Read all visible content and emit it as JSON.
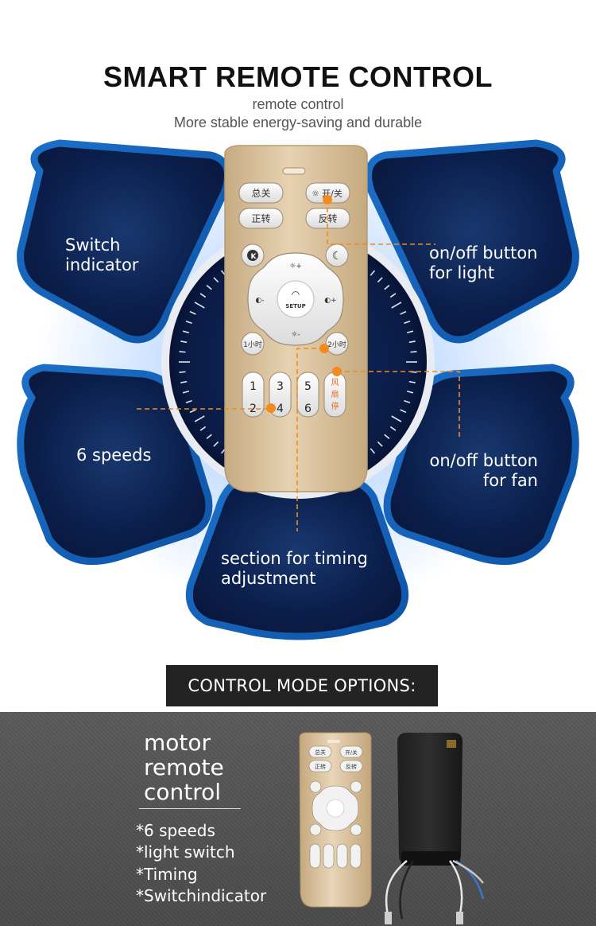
{
  "header": {
    "title": "SMART REMOTE CONTROL",
    "subtitle_line1": "remote control",
    "subtitle_line2": "More stable energy-saving and durable"
  },
  "callouts": {
    "switch_indicator": [
      "Switch",
      "indicator"
    ],
    "light_button": [
      "on/off button",
      "for light"
    ],
    "speeds": "6 speeds",
    "fan_button": [
      "on/off button",
      "for fan"
    ],
    "timing": [
      "section for timing",
      "adjustment"
    ]
  },
  "remote": {
    "btn_all_off": "总关",
    "btn_light": "开/关",
    "btn_forward": "正转",
    "btn_reverse": "反转",
    "btn_k": "K",
    "setup_label": "SETUP",
    "timer_1h": "1小时",
    "timer_2h": "2小时",
    "speeds": [
      "1",
      "2",
      "3",
      "4",
      "5",
      "6"
    ],
    "fan_stop": [
      "风",
      "扇",
      "停"
    ]
  },
  "mode_section": {
    "banner": "CONTROL MODE OPTIONS:",
    "motor_title": [
      "motor",
      "remote",
      "control"
    ],
    "features": [
      "*6 speeds",
      "*light switch",
      "*Timing",
      "*Switchindicator"
    ]
  },
  "colors": {
    "petal_dark": "#0a1c4a",
    "petal_glow": "#1e78d8",
    "remote_gold": "#d9c29f",
    "accent_orange": "#f28a1e",
    "banner_bg": "#232323"
  }
}
